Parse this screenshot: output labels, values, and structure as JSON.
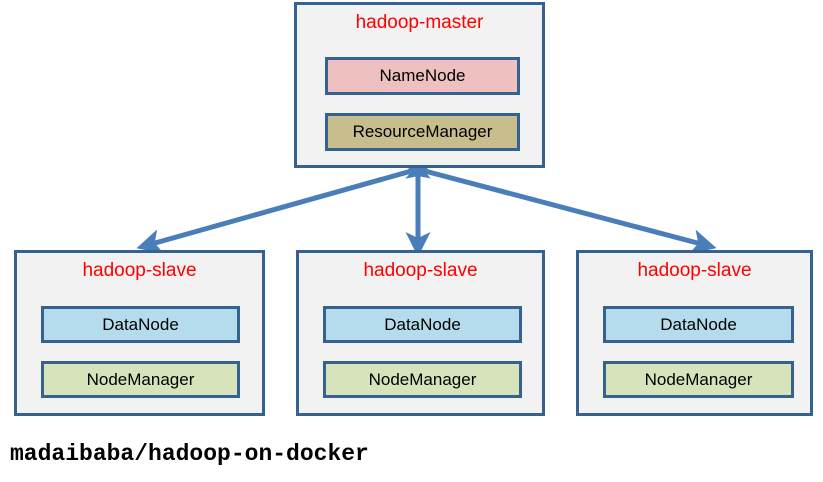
{
  "diagram": {
    "type": "cluster-architecture",
    "caption": "madaibaba/hadoop-on-docker",
    "colors": {
      "box_border": "#35628f",
      "box_fill": "#f2f2f2",
      "title_text": "#ff0000",
      "arrow": "#4a7ebb",
      "namenode_fill": "#eec0bf",
      "resourcemanager_fill": "#c8bd8c",
      "datanode_fill": "#b5dced",
      "nodemanager_fill": "#d7e4bb"
    },
    "master": {
      "title": "hadoop-master",
      "services": [
        {
          "label": "NameNode",
          "icon": "namenode-box"
        },
        {
          "label": "ResourceManager",
          "icon": "resourcemanager-box"
        }
      ]
    },
    "slaves": [
      {
        "title": "hadoop-slave",
        "services": [
          {
            "label": "DataNode",
            "icon": "datanode-box"
          },
          {
            "label": "NodeManager",
            "icon": "nodemanager-box"
          }
        ]
      },
      {
        "title": "hadoop-slave",
        "services": [
          {
            "label": "DataNode",
            "icon": "datanode-box"
          },
          {
            "label": "NodeManager",
            "icon": "nodemanager-box"
          }
        ]
      },
      {
        "title": "hadoop-slave",
        "services": [
          {
            "label": "DataNode",
            "icon": "datanode-box"
          },
          {
            "label": "NodeManager",
            "icon": "nodemanager-box"
          }
        ]
      }
    ],
    "connections": [
      {
        "from": "hadoop-master",
        "to": "hadoop-slave-1",
        "style": "double-arrow"
      },
      {
        "from": "hadoop-master",
        "to": "hadoop-slave-2",
        "style": "double-arrow"
      },
      {
        "from": "hadoop-master",
        "to": "hadoop-slave-3",
        "style": "double-arrow"
      }
    ]
  }
}
